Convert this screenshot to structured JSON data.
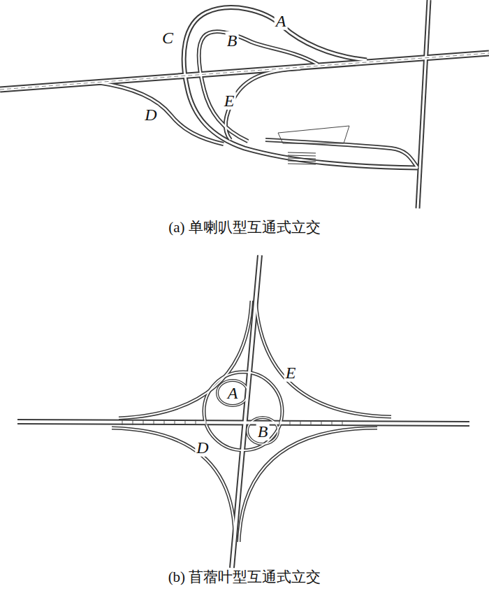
{
  "diagram": {
    "labels": [
      "A",
      "B",
      "C",
      "D",
      "E",
      "(a) 单喇叭型互通式立交",
      "A",
      "B",
      "D",
      "E",
      "(b) 苜蓿叶型互通式立交"
    ]
  }
}
